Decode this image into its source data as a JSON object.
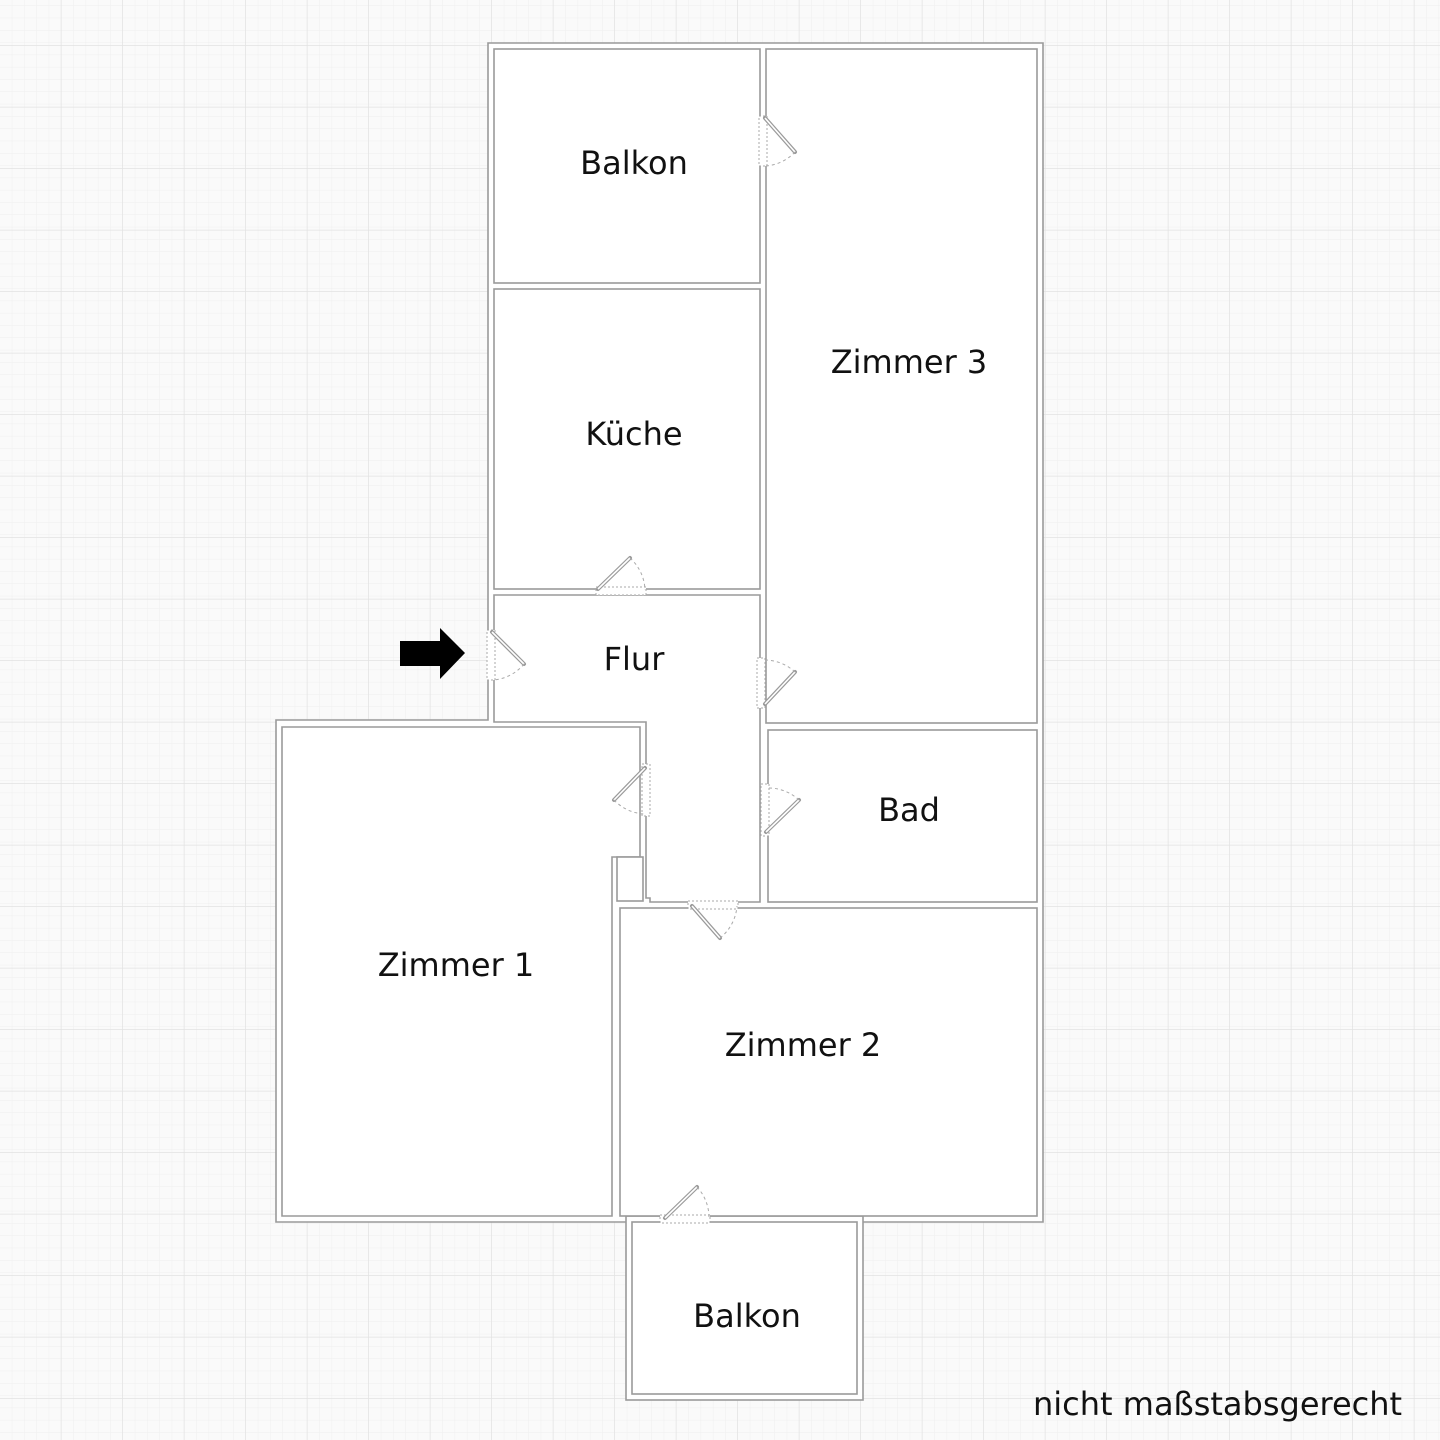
{
  "plan": {
    "rooms": {
      "balkon_top": "Balkon",
      "kueche": "Küche",
      "zimmer3": "Zimmer 3",
      "flur": "Flur",
      "bad": "Bad",
      "zimmer1": "Zimmer 1",
      "zimmer2": "Zimmer 2",
      "balkon_bottom": "Balkon"
    },
    "note": "nicht maßstabsgerecht",
    "entrance_icon": "arrow-right-icon"
  }
}
